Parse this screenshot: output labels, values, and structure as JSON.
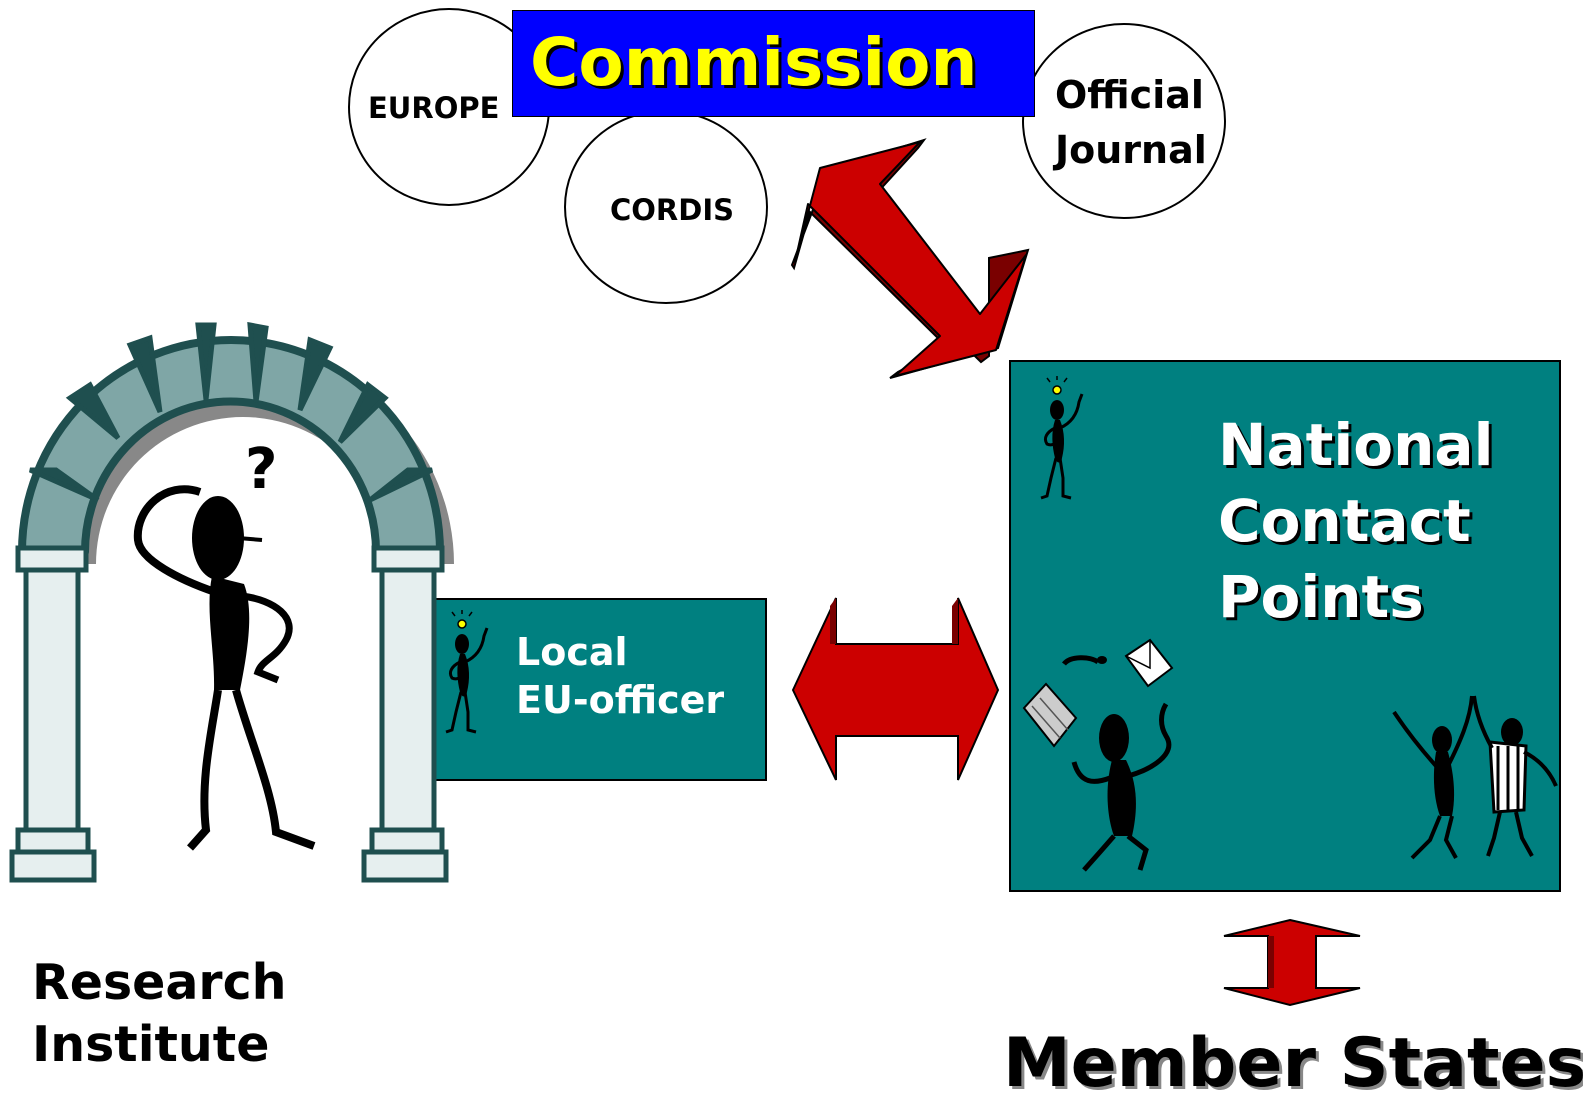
{
  "commission": {
    "label": "Commission"
  },
  "circles": {
    "europe": "EUROPE",
    "cordis": "CORDIS",
    "official_journal": [
      "Official",
      "Journal"
    ]
  },
  "national_contact_points": {
    "lines": [
      "National",
      "Contact",
      "Points"
    ]
  },
  "local_officer": {
    "lines": [
      "Local",
      "EU-officer"
    ]
  },
  "research_institute": {
    "lines": [
      "Research",
      "Institute"
    ]
  },
  "member_states": {
    "label": "Member States"
  },
  "colors": {
    "commission_fill": "#0000ff",
    "commission_text": "#ffff00",
    "teal_box": "#008080",
    "arrow_fill": "#cc0000",
    "arch_fill": "#7fa6a6",
    "arch_outline": "#1f4f4f"
  }
}
